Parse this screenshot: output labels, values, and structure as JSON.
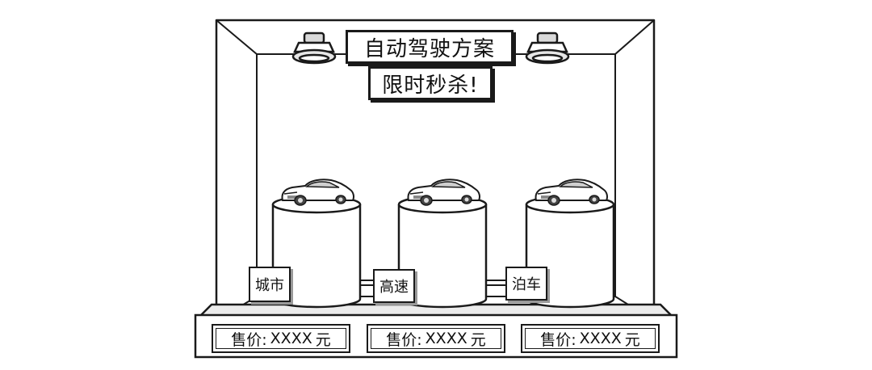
{
  "sign": {
    "line1": "自动驾驶方案",
    "line2": "限时秒杀!"
  },
  "pedestals": [
    {
      "label": "城市"
    },
    {
      "label": "高速"
    },
    {
      "label": "泊车"
    }
  ],
  "prices": [
    {
      "label": "售价:",
      "value": "XXXX",
      "unit": "元"
    },
    {
      "label": "售价:",
      "value": "XXXX",
      "unit": "元"
    },
    {
      "label": "售价:",
      "value": "XXXX",
      "unit": "元"
    }
  ],
  "colors": {
    "ink": "#1a1a1a",
    "paper": "#ffffff",
    "shade": "#d9d9d9"
  }
}
